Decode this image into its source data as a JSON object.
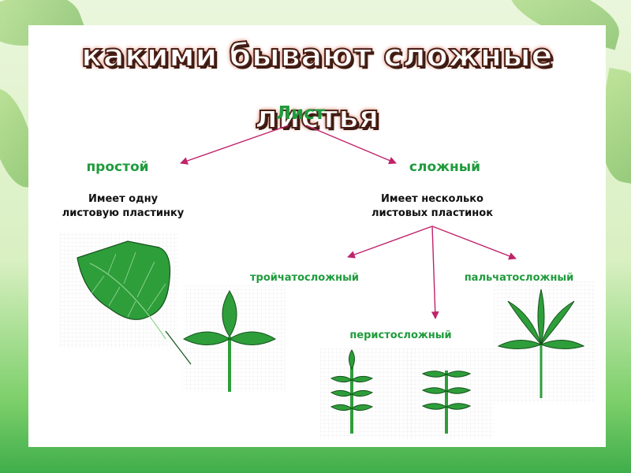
{
  "title": "какими бывают сложные листья",
  "diagram": {
    "root": "Лист",
    "simple": {
      "label": "простой",
      "description_line1": "Имеет одну",
      "description_line2": "листовую пластинку"
    },
    "compound": {
      "label": "сложный",
      "description_line1": "Имеет несколько",
      "description_line2": "листовых пластинок",
      "types": {
        "ternate": "тройчатосложный",
        "pinnate": "перистосложный",
        "palmate": "пальчатосложный"
      }
    }
  },
  "colors": {
    "label_green": "#1f9b3c",
    "arrow": "#c0226a",
    "leaf_fill": "#2e9e3a",
    "leaf_stroke": "#14521c"
  }
}
